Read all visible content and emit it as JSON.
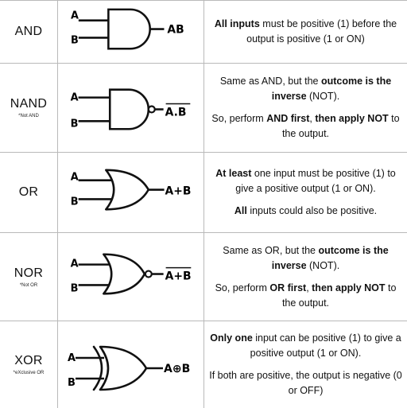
{
  "gates": [
    {
      "name": "AND",
      "subname": "",
      "input_a": "A",
      "input_b": "B",
      "output": "AB",
      "paragraphs": [
        [
          {
            "b": "All inputs"
          },
          {
            "t": " must be positive (1) before the output is positive (1 or ON)"
          }
        ]
      ]
    },
    {
      "name": "NAND",
      "subname": "*Not AND",
      "input_a": "A",
      "input_b": "B",
      "output": "A.B",
      "paragraphs": [
        [
          {
            "t": "Same as AND, but the "
          },
          {
            "b": "outcome is the inverse"
          },
          {
            "t": " (NOT)."
          }
        ],
        [
          {
            "t": "So, perform "
          },
          {
            "b": "AND first"
          },
          {
            "t": ", "
          },
          {
            "b": "then apply NOT"
          },
          {
            "t": " to the output."
          }
        ]
      ]
    },
    {
      "name": "OR",
      "subname": "",
      "input_a": "A",
      "input_b": "B",
      "output": "A+B",
      "paragraphs": [
        [
          {
            "b": "At least"
          },
          {
            "t": " one input must be positive (1) to give a positive output (1 or ON)."
          }
        ],
        [
          {
            "b": "All"
          },
          {
            "t": " inputs could also be positive."
          }
        ]
      ]
    },
    {
      "name": "NOR",
      "subname": "*Not OR",
      "input_a": "A",
      "input_b": "B",
      "output": "A+B",
      "paragraphs": [
        [
          {
            "t": "Same as OR, but the "
          },
          {
            "b": "outcome is the inverse"
          },
          {
            "t": " (NOT)."
          }
        ],
        [
          {
            "t": "So, perform "
          },
          {
            "b": "OR first"
          },
          {
            "t": ", "
          },
          {
            "b": "then apply NOT"
          },
          {
            "t": " to the output."
          }
        ]
      ]
    },
    {
      "name": "XOR",
      "subname": "*eXclusive OR",
      "input_a": "A",
      "input_b": "B",
      "output": "A⊕B",
      "paragraphs": [
        [
          {
            "b": "Only one"
          },
          {
            "t": " input can be positive (1) to give a positive output (1 or ON)."
          }
        ],
        [
          {
            "t": "If both are positive, the output is negative (0 or OFF)"
          }
        ]
      ]
    }
  ]
}
